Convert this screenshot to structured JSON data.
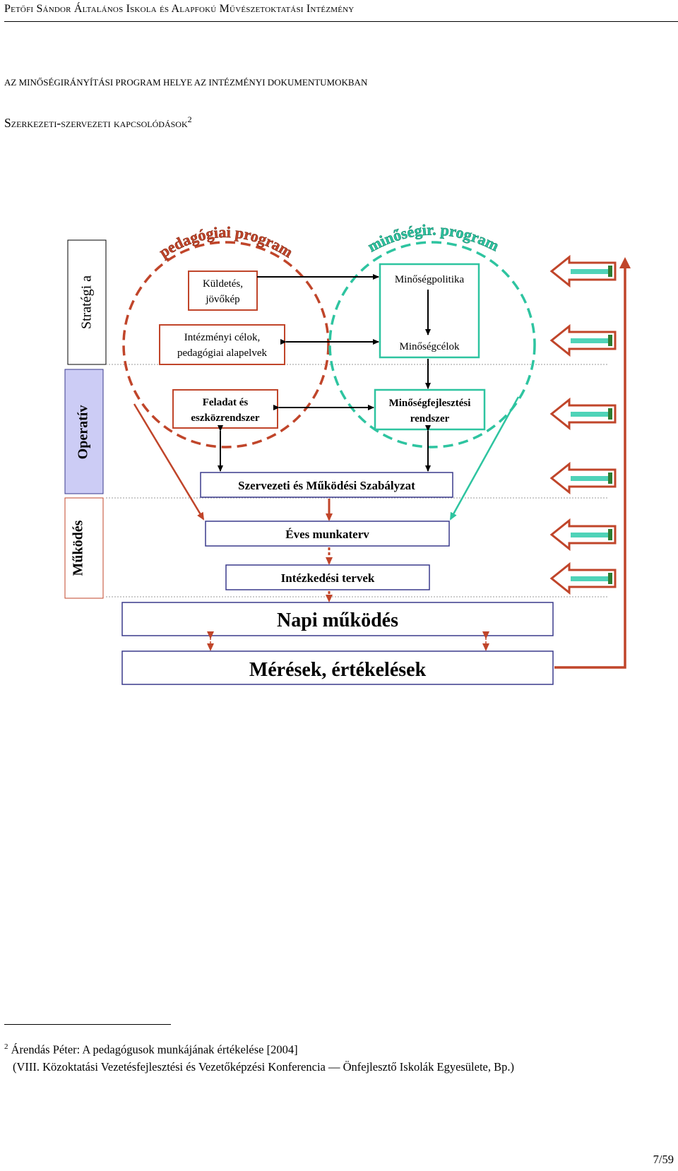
{
  "header": {
    "title": "Petőfi Sándor Általános Iskola és Alapfokú Művészetoktatási Intézmény"
  },
  "section": {
    "title": "Az minőségirányítási program helye az intézményi dokumentumokban",
    "subtitle": "Szerkezeti-szervezeti kapcsolódások",
    "subtitle_ref": "2"
  },
  "diagram": {
    "levels": {
      "strategic": "Stratégi a",
      "operative": "Operatív",
      "operation": "Működés"
    },
    "arcs": {
      "pedagogical": "pedagógiai program",
      "quality": "minőségir. program"
    },
    "boxes": {
      "mission_1": "Küldetés,",
      "mission_2": "jövőkép",
      "goals_1": "Intézményi célok,",
      "goals_2": "pedagógiai alapelvek",
      "tasks_1": "Feladat és",
      "tasks_2": "eszközrendszer",
      "quality_policy": "Minőségpolitika",
      "quality_goals": "Minőségcélok",
      "quality_dev_1": "Minőségfejlesztési",
      "quality_dev_2": "rendszer",
      "szmsz": "Szervezeti és Működési Szabályzat",
      "annual_plan": "Éves munkaterv",
      "action_plans": "Intézkedési tervek",
      "daily": "Napi működés",
      "measurement": "Mérések, értékelések"
    },
    "colors": {
      "red": "#c0452a",
      "teal": "#2ec4a0",
      "navy": "#3a3a8c",
      "lavender": "#ccccf5",
      "arrow_fill": "#4fd3b8"
    }
  },
  "footnote": {
    "ref": "2",
    "line1": "Árendás Péter: A pedagógusok munkájának értékelése [2004]",
    "line2": "(VIII. Közoktatási Vezetésfejlesztési és Vezetőképzési Konferencia — Önfejlesztő Iskolák Egyesülete, Bp.)"
  },
  "page_number": "7/59"
}
